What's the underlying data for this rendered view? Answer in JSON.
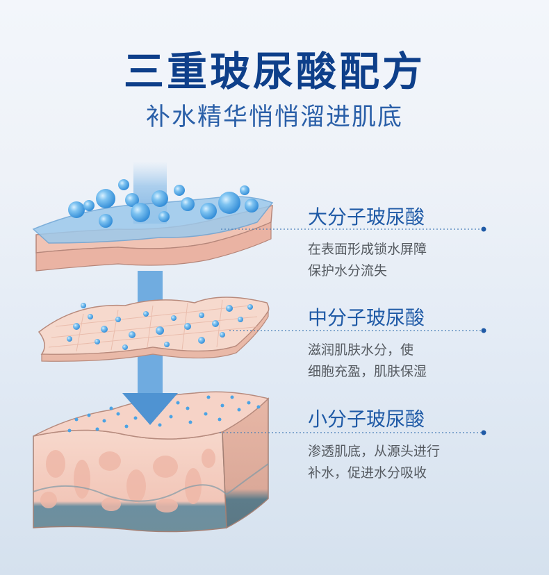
{
  "title": "三重玻尿酸配方",
  "subtitle": "补水精华悄悄溜进肌底",
  "layers": [
    {
      "title": "大分子玻尿酸",
      "desc_lines": [
        "在表面形成锁水屏障",
        "保护水分流失"
      ]
    },
    {
      "title": "中分子玻尿酸",
      "desc_lines": [
        "滋润肌肤水分，使",
        "细胞充盈，肌肤保湿"
      ]
    },
    {
      "title": "小分子玻尿酸",
      "desc_lines": [
        "渗透肌底，从源头进行",
        "补水，促进水分吸收"
      ]
    }
  ],
  "colors": {
    "title": "#0e3f8a",
    "subtitle": "#2a5fa8",
    "label_title": "#1f5aa6",
    "desc": "#555a60",
    "skin": "#f3c6b8",
    "drop": "#4aa3e4"
  }
}
